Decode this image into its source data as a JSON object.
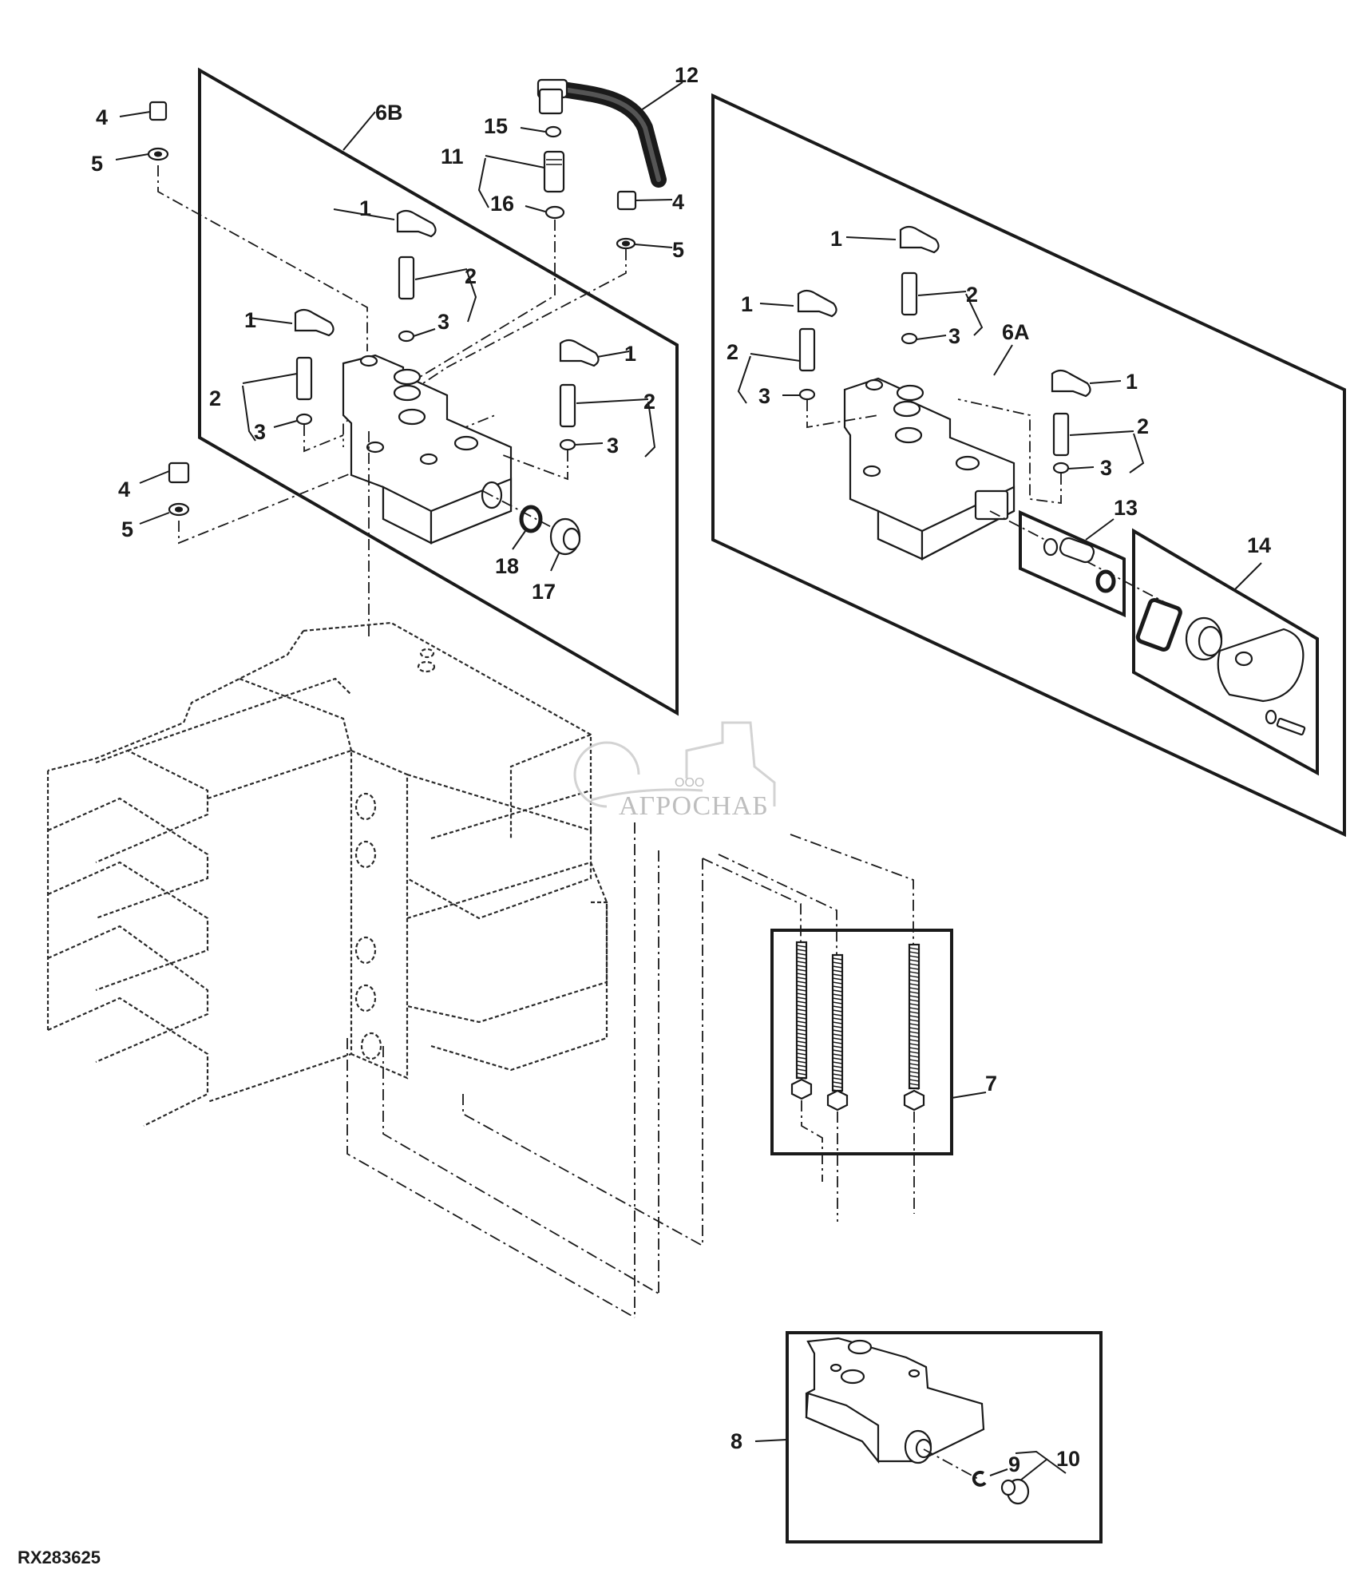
{
  "figure": {
    "id": "RX283625",
    "type": "exploded parts diagram",
    "subject": "hydraulic control valve assembly"
  },
  "watermark": {
    "prefix": "ООО",
    "brand": "АГРОСНАБ"
  },
  "groups": {
    "g6B": "6B",
    "g6A": "6A",
    "g7": "7",
    "g8": "8",
    "g13": "13",
    "g14": "14"
  },
  "callouts": {
    "c4_tl": "4",
    "c5_tl": "5",
    "c4_tr": "4",
    "c5_tr": "5",
    "c4_bl": "4",
    "c5_bl": "5",
    "c12": "12",
    "c15": "15",
    "c11": "11",
    "c16": "16",
    "c1_b1": "1",
    "c2_b1": "2",
    "c3_b1": "3",
    "c1_b2": "1",
    "c2_b2": "2",
    "c3_b2": "3",
    "c1_b3": "1",
    "c2_b3": "2",
    "c3_b3": "3",
    "c18": "18",
    "c17": "17",
    "c1_a1": "1",
    "c2_a1": "2",
    "c3_a1": "3",
    "c1_a2": "1",
    "c2_a2": "2",
    "c3_a2": "3",
    "c1_a3": "1",
    "c2_a3": "2",
    "c3_a3": "3",
    "c9": "9",
    "c10": "10"
  }
}
